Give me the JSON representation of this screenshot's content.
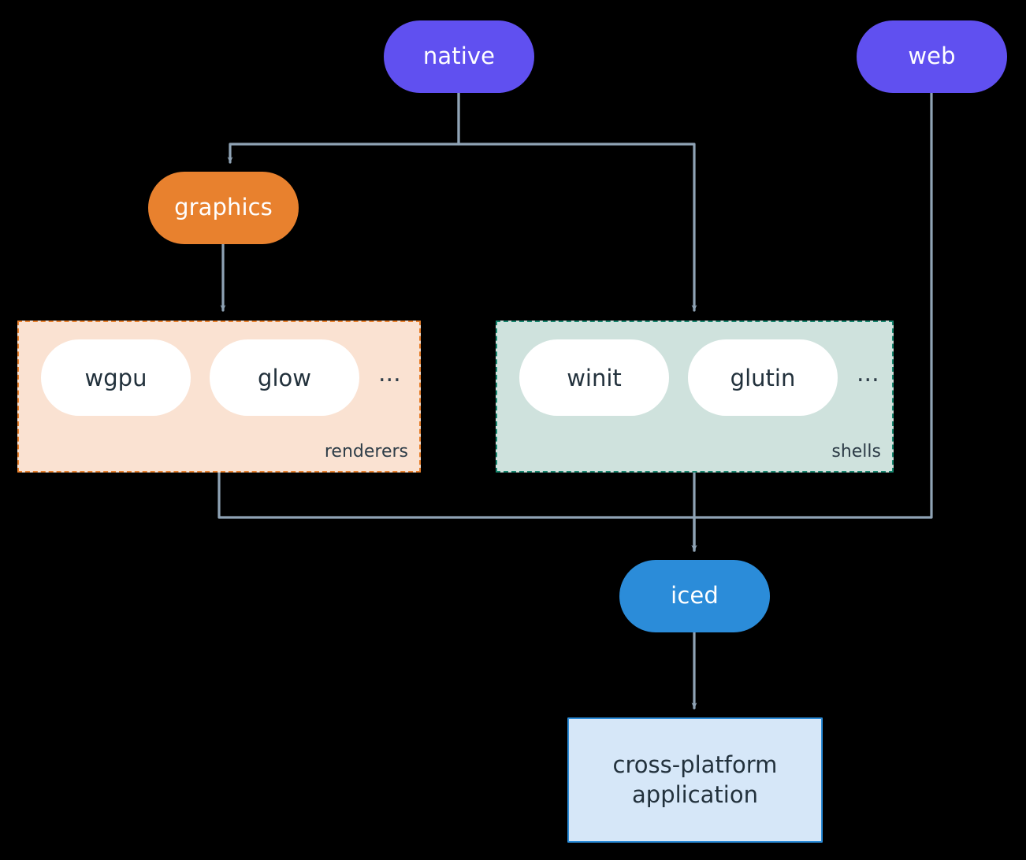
{
  "diagram": {
    "type": "flowchart",
    "direction": "top-down",
    "background": "#000000",
    "edge_color": "#8fa3b5",
    "nodes": [
      {
        "id": "native",
        "label": "native",
        "shape": "stadium",
        "fill": "#6050f0",
        "text_color": "#ffffff"
      },
      {
        "id": "web",
        "label": "web",
        "shape": "stadium",
        "fill": "#6050f0",
        "text_color": "#ffffff"
      },
      {
        "id": "graphics",
        "label": "graphics",
        "shape": "stadium",
        "fill": "#e8812e",
        "text_color": "#ffffff"
      },
      {
        "id": "iced",
        "label": "iced",
        "shape": "stadium",
        "fill": "#2b8cd9",
        "text_color": "#ffffff"
      },
      {
        "id": "application",
        "label": "cross-platform application",
        "shape": "rect",
        "fill": "#d6e7f8",
        "border": "#2b8cd9",
        "text_color": "#22313c"
      }
    ],
    "application_lines": [
      "cross-platform",
      "application"
    ],
    "subgraphs": [
      {
        "id": "renderers",
        "label": "renderers",
        "fill": "#fae2d2",
        "border": "#e8812e",
        "border_style": "dashed",
        "items": [
          "wgpu",
          "glow"
        ],
        "ellipsis": "..."
      },
      {
        "id": "shells",
        "label": "shells",
        "fill": "#cfe2dd",
        "border": "#17856e",
        "border_style": "dashed",
        "items": [
          "winit",
          "glutin"
        ],
        "ellipsis": "..."
      }
    ],
    "edges": [
      {
        "from": "native",
        "to": "graphics",
        "arrow": true
      },
      {
        "from": "native",
        "to": "shells",
        "arrow": true
      },
      {
        "from": "graphics",
        "to": "renderers",
        "arrow": true
      },
      {
        "from": "renderers",
        "to": "iced",
        "arrow": true
      },
      {
        "from": "shells",
        "to": "iced",
        "arrow": true
      },
      {
        "from": "web",
        "to": "iced",
        "arrow": true
      },
      {
        "from": "iced",
        "to": "application",
        "arrow": true
      }
    ]
  }
}
